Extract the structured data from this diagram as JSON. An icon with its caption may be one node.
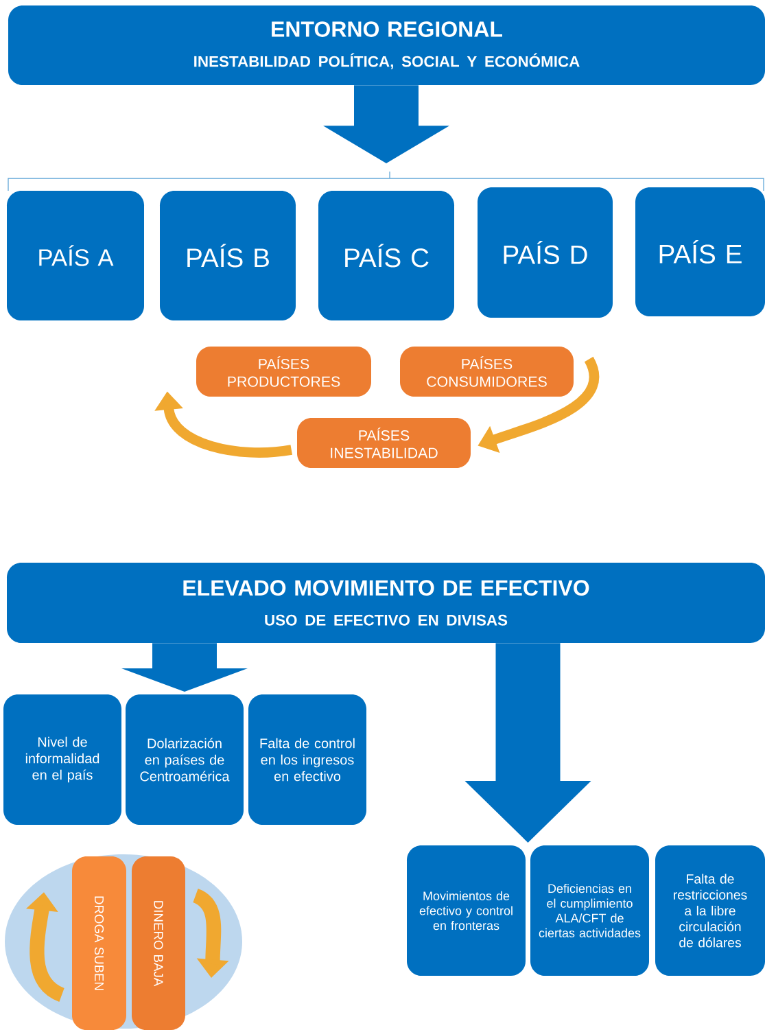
{
  "diagram": {
    "nodes": [
      {
        "text": [
          "ENTORNO REGIONAL",
          "INESTABILIDAD POLÍTICA, SOCIAL Y ECONÓMICA"
        ]
      },
      {
        "text": [
          "PAÍS A"
        ]
      },
      {
        "text": [
          "PAÍS B"
        ]
      },
      {
        "text": [
          "PAÍS C"
        ]
      },
      {
        "text": [
          "PAÍS D"
        ]
      },
      {
        "text": [
          "PAÍS E"
        ]
      },
      {
        "text": [
          "PAÍSES PRODUCTORES"
        ]
      },
      {
        "text": [
          "PAÍSES CONSUMIDORES"
        ]
      },
      {
        "text": [
          "PAÍSES INESTABILIDAD"
        ]
      },
      {
        "text": [
          "ELEVADO MOVIMIENTO DE EFECTIVO",
          "USO DE EFECTIVO EN DIVISAS"
        ]
      },
      {
        "text": [
          "Nivel de informalidad en el país"
        ]
      },
      {
        "text": [
          "Dolarización en países de Centroamérica"
        ]
      },
      {
        "text": [
          "Falta de control en los ingresos en efectivo"
        ]
      },
      {
        "text": [
          "DROGA SUBEN"
        ]
      },
      {
        "text": [
          "DINERO BAJA"
        ]
      },
      {
        "text": [
          "Movimientos de efectivo y control en fronteras"
        ]
      },
      {
        "text": [
          "Deficiencias en el cumplimiento ALA/CFT de ciertas actividades"
        ]
      },
      {
        "text": [
          "Falta de restricciones a la libre circulación de dólares"
        ]
      }
    ],
    "edges": [
      {
        "from": 0,
        "to": 3,
        "arrow": "to"
      },
      {
        "from": 8,
        "to": 6,
        "arrow": "to",
        "color": "#f0a830"
      },
      {
        "from": 7,
        "to": 8,
        "arrow": "to",
        "color": "#f0a830"
      },
      {
        "from": 9,
        "to": 11,
        "arrow": "to"
      },
      {
        "from": 9,
        "to": 15,
        "arrow": "to"
      },
      {
        "from": 9,
        "to": 16,
        "arrow": "to"
      }
    ]
  }
}
